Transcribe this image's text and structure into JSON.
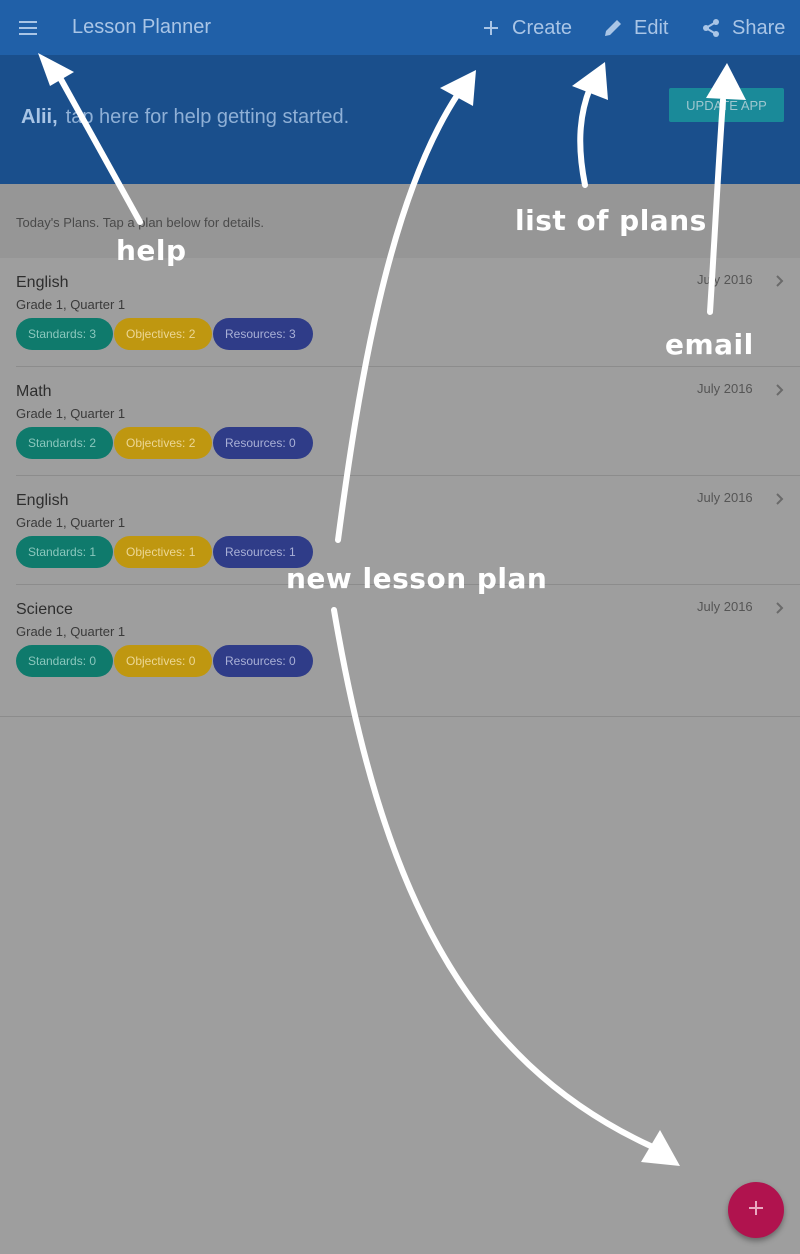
{
  "toolbar": {
    "menu_icon": "menu-icon",
    "title": "Lesson Planner",
    "actions": [
      {
        "label": "Create",
        "icon": "plus-icon"
      },
      {
        "label": "Edit",
        "icon": "pencil-icon"
      },
      {
        "label": "Share",
        "icon": "share-icon"
      }
    ]
  },
  "banner": {
    "user": "Alii,",
    "message": "tap here for help getting started.",
    "update_button": "UPDATE APP"
  },
  "section": {
    "text": "Today's Plans. Tap a plan below for details."
  },
  "plans": [
    {
      "subject": "English",
      "subtitle": "Grade 1, Quarter 1",
      "date": "July 2016",
      "standards": "Standards: 3",
      "objectives": "Objectives: 2",
      "resources": "Resources: 3"
    },
    {
      "subject": "Math",
      "subtitle": "Grade 1, Quarter 1",
      "date": "July 2016",
      "standards": "Standards: 2",
      "objectives": "Objectives: 2",
      "resources": "Resources: 0"
    },
    {
      "subject": "English",
      "subtitle": "Grade 1, Quarter 1",
      "date": "July 2016",
      "standards": "Standards: 1",
      "objectives": "Objectives: 1",
      "resources": "Resources: 1"
    },
    {
      "subject": "Science",
      "subtitle": "Grade 1, Quarter 1",
      "date": "July 2016",
      "standards": "Standards: 0",
      "objectives": "Objectives: 0",
      "resources": "Resources: 0"
    }
  ],
  "fab": {
    "icon": "plus-icon"
  },
  "annotations": {
    "help": "help",
    "list_of_plans": "list of plans",
    "email": "email",
    "new_lesson_plan": "new lesson plan"
  },
  "colors": {
    "toolbar": "#2060a8",
    "banner": "#1a4f8c",
    "standards": "#0f7a6c",
    "objectives": "#bf9710",
    "resources": "#2f3c88",
    "fab": "#b0134e"
  }
}
